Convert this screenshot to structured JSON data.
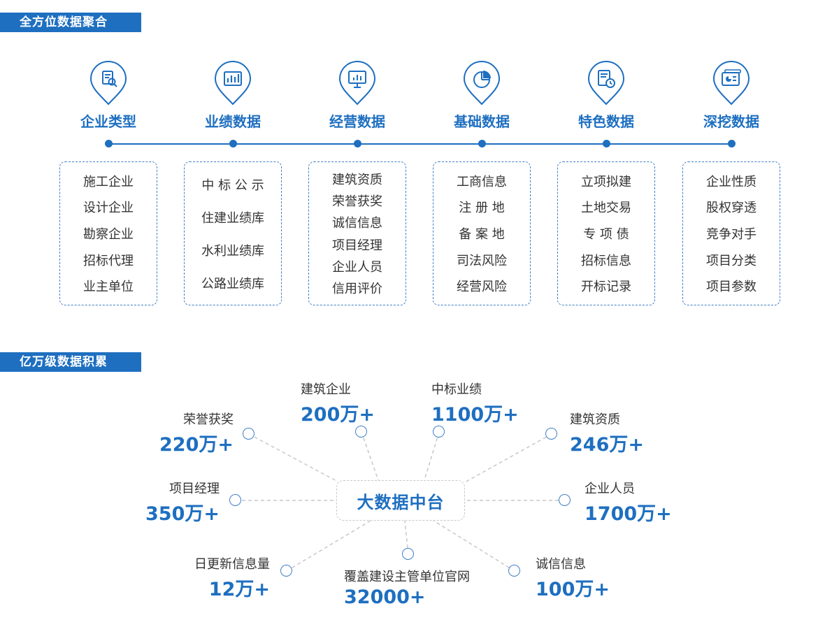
{
  "sections": {
    "aggregation_title": "全方位数据聚合",
    "accumulation_title": "亿万级数据积累"
  },
  "categories": [
    {
      "title": "企业类型",
      "icon": "document-search-icon",
      "items": [
        "施工企业",
        "设计企业",
        "勘察企业",
        "招标代理",
        "业主单位"
      ]
    },
    {
      "title": "业绩数据",
      "icon": "bar-chart-icon",
      "items": [
        "中 标 公 示",
        "住建业绩库",
        "水利业绩库",
        "公路业绩库"
      ]
    },
    {
      "title": "经营数据",
      "icon": "presentation-icon",
      "items": [
        "建筑资质",
        "荣誉获奖",
        "诚信信息",
        "项目经理",
        "企业人员",
        "信用评价"
      ]
    },
    {
      "title": "基础数据",
      "icon": "pie-chart-icon",
      "items": [
        "工商信息",
        "注 册 地",
        "备 案 地",
        "司法风险",
        "经营风险"
      ]
    },
    {
      "title": "特色数据",
      "icon": "document-clock-icon",
      "items": [
        "立项拟建",
        "土地交易",
        "专 项 债",
        "招标信息",
        "开标记录"
      ]
    },
    {
      "title": "深挖数据",
      "icon": "data-card-icon",
      "items": [
        "企业性质",
        "股权穿透",
        "竞争对手",
        "项目分类",
        "项目参数"
      ]
    }
  ],
  "hub_label": "大数据中台",
  "stats": [
    {
      "label": "荣誉获奖",
      "value": "220万+"
    },
    {
      "label": "建筑企业",
      "value": "200万+"
    },
    {
      "label": "中标业绩",
      "value": "1100万+"
    },
    {
      "label": "建筑资质",
      "value": "246万+"
    },
    {
      "label": "项目经理",
      "value": "350万+"
    },
    {
      "label": "企业人员",
      "value": "1700万+"
    },
    {
      "label": "日更新信息量",
      "value": "12万+"
    },
    {
      "label": "覆盖建设主管单位官网",
      "value": "32000+"
    },
    {
      "label": "诚信信息",
      "value": "100万+"
    }
  ],
  "colors": {
    "accent": "#1e6fc0",
    "dashed_border": "#3f7fc7",
    "link_line": "#c8c8c8"
  }
}
